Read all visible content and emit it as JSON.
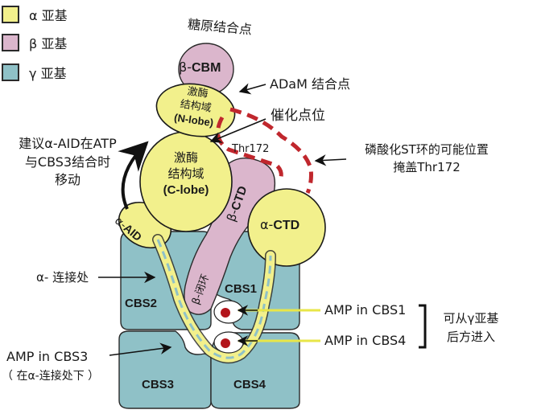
{
  "colors": {
    "alpha": "#f2f08c",
    "beta": "#dbb6cc",
    "gamma": "#8fc1c7",
    "loop_dash": "#c0272d",
    "amp": "#b3151c",
    "outline": "#222222"
  },
  "legend": [
    {
      "symbol": "α",
      "label": "亚基",
      "color_key": "alpha"
    },
    {
      "symbol": "β",
      "label": "亚基",
      "color_key": "beta"
    },
    {
      "symbol": "γ",
      "label": "亚基",
      "color_key": "gamma"
    }
  ],
  "domains": {
    "cbm": {
      "prefix": "β-",
      "name": "CBM"
    },
    "n_lobe": {
      "line1": "激酶",
      "line2": "结构域",
      "line3": "(N-lobe)"
    },
    "c_lobe": {
      "line1": "激酶",
      "line2": "结构域",
      "line3": "(C-lobe)"
    },
    "alpha_aid": {
      "prefix": "α-",
      "name": "AID"
    },
    "beta_ctd": {
      "prefix": "β-",
      "name": "CTD"
    },
    "alpha_ctd": {
      "prefix": "α-",
      "name": "CTD"
    },
    "beta_loop": "β-闭环",
    "cbs1": "CBS1",
    "cbs2": "CBS2",
    "cbs3": "CBS3",
    "cbs4": "CBS4",
    "thr172": "Thr172"
  },
  "annotations": {
    "glycogen_site": "糖原结合点",
    "adam_site": "ADaM 结合点",
    "catalytic_site": "催化点位",
    "aid_move_1": "建议α-AID在ATP",
    "aid_move_2": "与CBS3结合时",
    "aid_move_3": "移动",
    "st_loop_1": "磷酸化ST环的可能位置",
    "st_loop_2": "掩盖Thr172",
    "alpha_linker": "α- 连接处",
    "amp_cbs1": "AMP in CBS1",
    "amp_cbs4": "AMP in CBS4",
    "amp_entry_1": "可从γ亚基",
    "amp_entry_2": "后方进入",
    "amp_cbs3": "AMP in CBS3",
    "amp_cbs3_note": "（ 在α-连接处下 ）"
  }
}
